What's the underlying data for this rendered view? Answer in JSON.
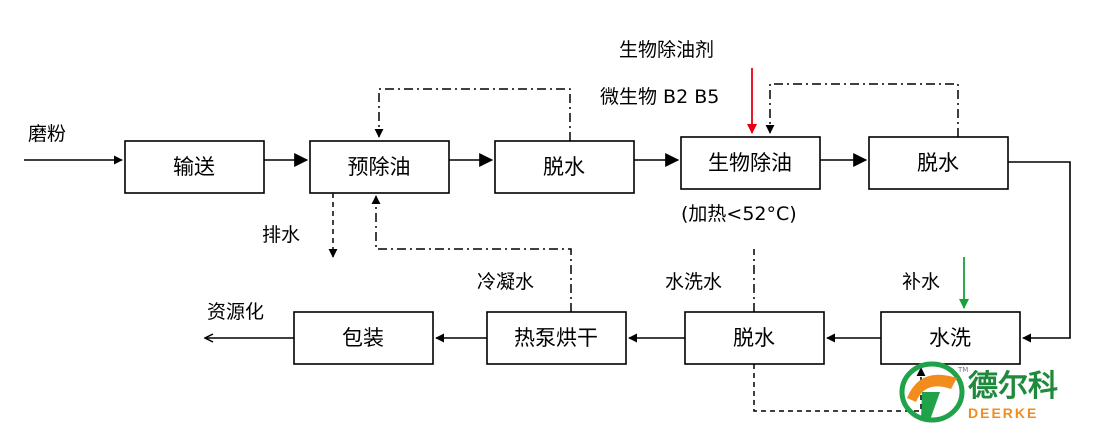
{
  "inputs": {
    "grinding": "磨粉",
    "microbe_agent": "生物除油剂",
    "microbe_strains": "微生物 B2 B5",
    "heating_note": "(加热<52°C)",
    "drain_water": "排水",
    "makeup_water": "补水",
    "condensate_water": "冷凝水",
    "wash_water": "水洗水",
    "resource_output": "资源化"
  },
  "process": {
    "conveying": "输送",
    "pre_degreasing": "预除油",
    "dewatering_1": "脱水",
    "bio_degreasing": "生物除油",
    "dewatering_2": "脱水",
    "washing": "水洗",
    "dewatering_3": "脱水",
    "heat_pump_drying": "热泵烘干",
    "packaging": "包装"
  },
  "logo": {
    "name_cn": "德尔科",
    "name_en": "DEERKE",
    "tm": "TM"
  },
  "colors": {
    "agent_arrow": "#e60012",
    "makeup_arrow": "#18a03a",
    "logo_green": "#1fa24a",
    "logo_orange": "#f28c1c",
    "logo_cn": "#1f8a3c",
    "logo_en": "#f28c1c"
  }
}
